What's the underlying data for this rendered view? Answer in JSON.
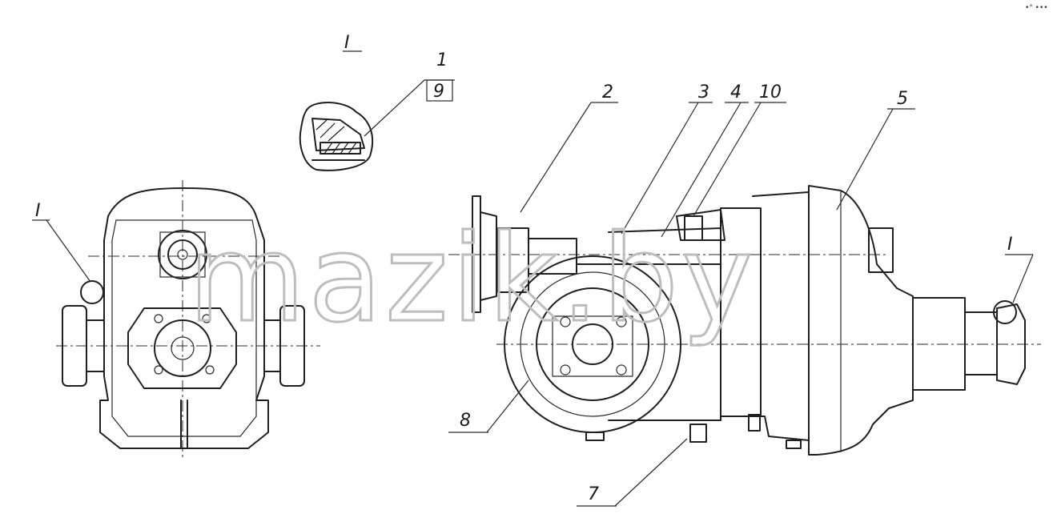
{
  "watermark": "mazik.by",
  "corner_mark": "•° •••",
  "detail": {
    "title": "I",
    "callout_top": "1",
    "callout_boxed": "9"
  },
  "callouts": {
    "c2": "2",
    "c3": "3",
    "c4": "4",
    "c10": "10",
    "c5": "5",
    "c8": "8",
    "c7": "7",
    "view_left": "I",
    "view_right": "I"
  }
}
